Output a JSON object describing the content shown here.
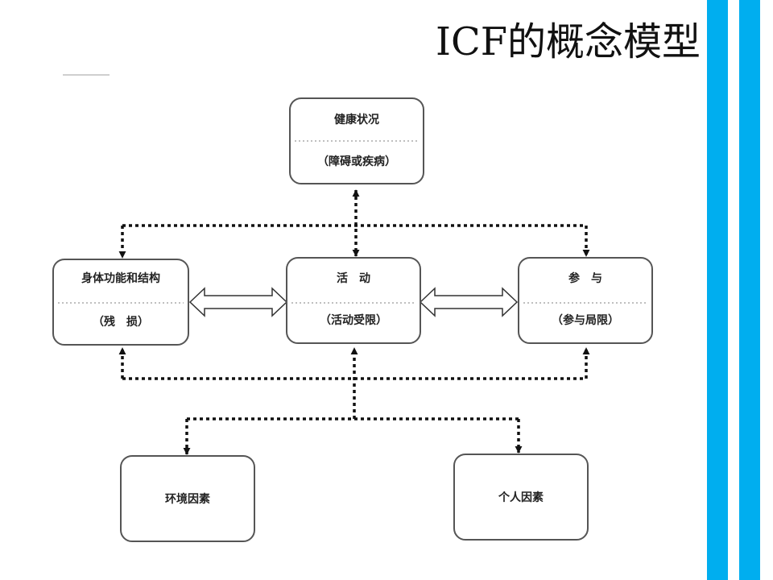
{
  "title": "ICF的概念模型",
  "colors": {
    "stripe": "#00AEEF",
    "box_border": "#555555",
    "connector": "#111111"
  },
  "boxes": {
    "health": {
      "top": "健康状况",
      "bottom": "（障碍或疾病）"
    },
    "body": {
      "top": "身体功能和结构",
      "bottom": "（残　损）"
    },
    "activity": {
      "top": "活　动",
      "bottom": "（活动受限）"
    },
    "participation": {
      "top": "参　与",
      "bottom": "（参与局限）"
    },
    "environment": {
      "label": "环境因素"
    },
    "personal": {
      "label": "个人因素"
    }
  }
}
